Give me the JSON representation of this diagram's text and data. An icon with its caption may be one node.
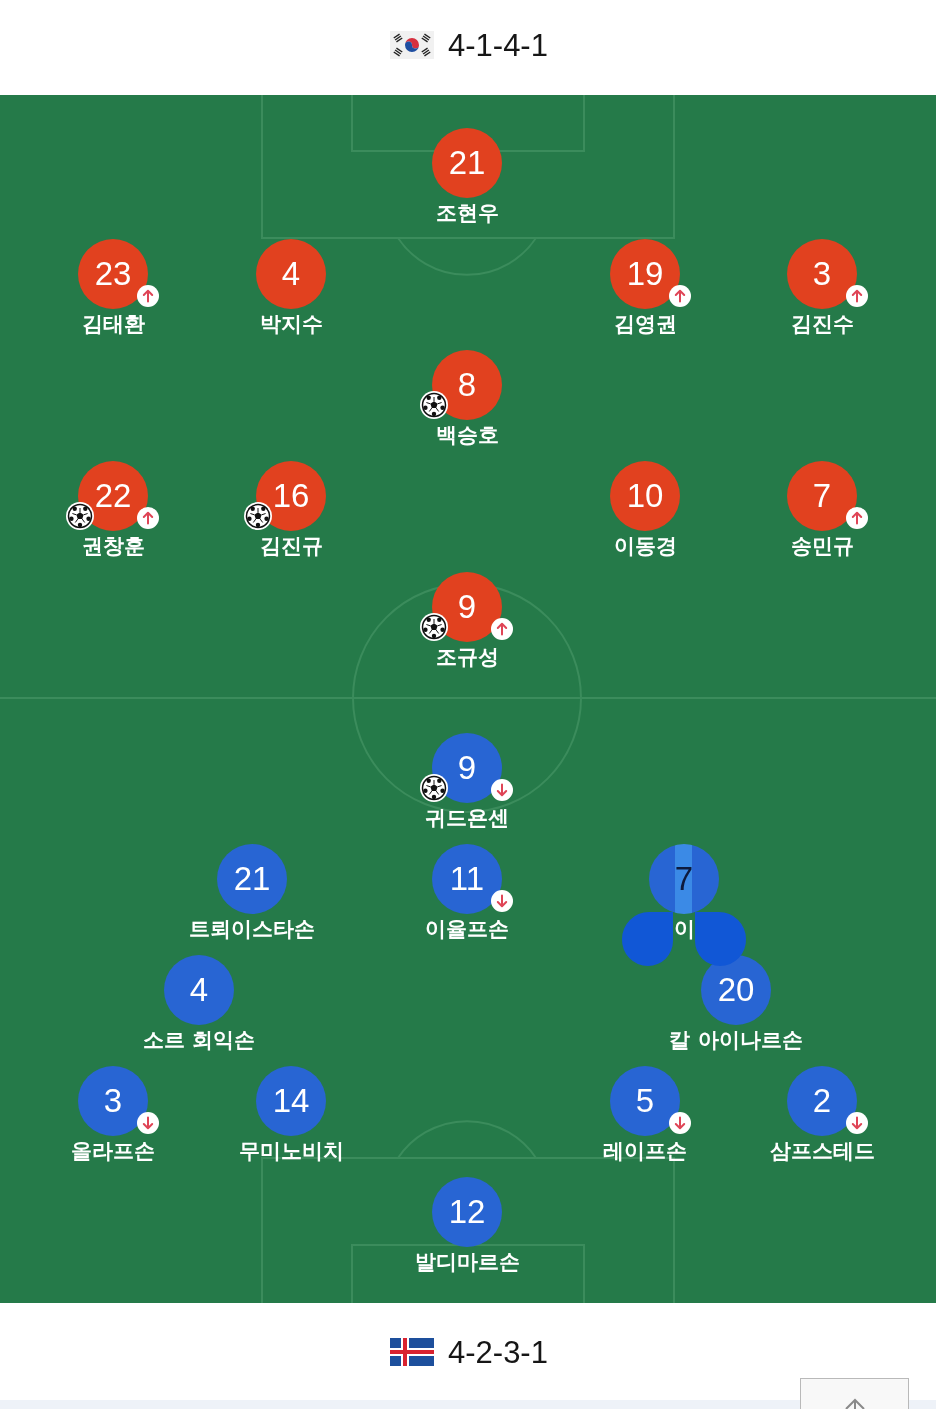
{
  "diagram": {
    "nodes": [
      {
        "text": [
          "21"
        ],
        "beside": [
          "조현우"
        ]
      },
      {
        "text": [
          "23"
        ],
        "beside": [
          "김태환"
        ]
      },
      {
        "text": [
          "4"
        ],
        "beside": [
          "박지수"
        ]
      },
      {
        "text": [
          "19"
        ],
        "beside": [
          "김영권"
        ]
      },
      {
        "text": [
          "3"
        ],
        "beside": [
          "김진수"
        ]
      },
      {
        "text": [
          "8"
        ],
        "beside": [
          "백승호"
        ]
      },
      {
        "text": [
          "22"
        ],
        "beside": [
          "권창훈"
        ]
      },
      {
        "text": [
          "16"
        ],
        "beside": [
          "김진규"
        ]
      },
      {
        "text": [
          "10"
        ],
        "beside": [
          "이동경"
        ]
      },
      {
        "text": [
          "7"
        ],
        "beside": [
          "송민규"
        ]
      },
      {
        "text": [
          "9"
        ],
        "beside": [
          "조규성"
        ]
      },
      {
        "text": [
          "9"
        ],
        "beside": [
          "귀드욘센"
        ]
      },
      {
        "text": [
          "21"
        ],
        "beside": [
          "트뢰이스타손"
        ]
      },
      {
        "text": [
          "11"
        ],
        "beside": [
          "이율프손"
        ]
      },
      {
        "text": [
          "7"
        ],
        "beside": [
          "이"
        ]
      },
      {
        "text": [
          "4"
        ],
        "beside": [
          "소르 회익손"
        ]
      },
      {
        "text": [
          "20"
        ],
        "beside": [
          "칼 아이나르손"
        ]
      },
      {
        "text": [
          "3"
        ],
        "beside": [
          "올라프손"
        ]
      },
      {
        "text": [
          "14"
        ],
        "beside": [
          "무미노비치"
        ]
      },
      {
        "text": [
          "5"
        ],
        "beside": [
          "레이프손"
        ]
      },
      {
        "text": [
          "2"
        ],
        "beside": [
          "삼프스테드"
        ]
      },
      {
        "text": [
          "12"
        ],
        "beside": [
          "발디마르손"
        ]
      }
    ],
    "labels": [
      "4-1-4-1",
      "4-2-3-1"
    ]
  }
}
